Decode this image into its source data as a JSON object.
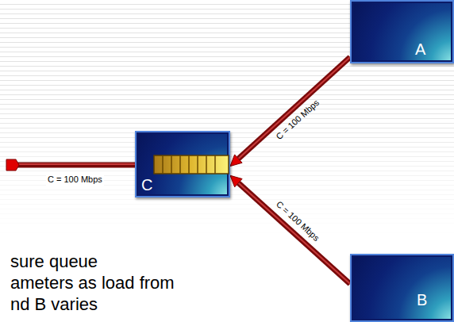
{
  "diagram": {
    "nodes": [
      {
        "text": [
          "A"
        ]
      },
      {
        "text": [
          "C"
        ]
      },
      {
        "text": [
          "B"
        ]
      }
    ],
    "edges": [
      {
        "from": 0,
        "to": 1,
        "arrow": "to",
        "label": "C = 100 Mbps"
      },
      {
        "from": 2,
        "to": 1,
        "arrow": "to",
        "label": "C = 100 Mbps"
      }
    ],
    "labels": [
      "C = 100 Mbps",
      "sure queue ameters as load from nd B varies"
    ]
  }
}
